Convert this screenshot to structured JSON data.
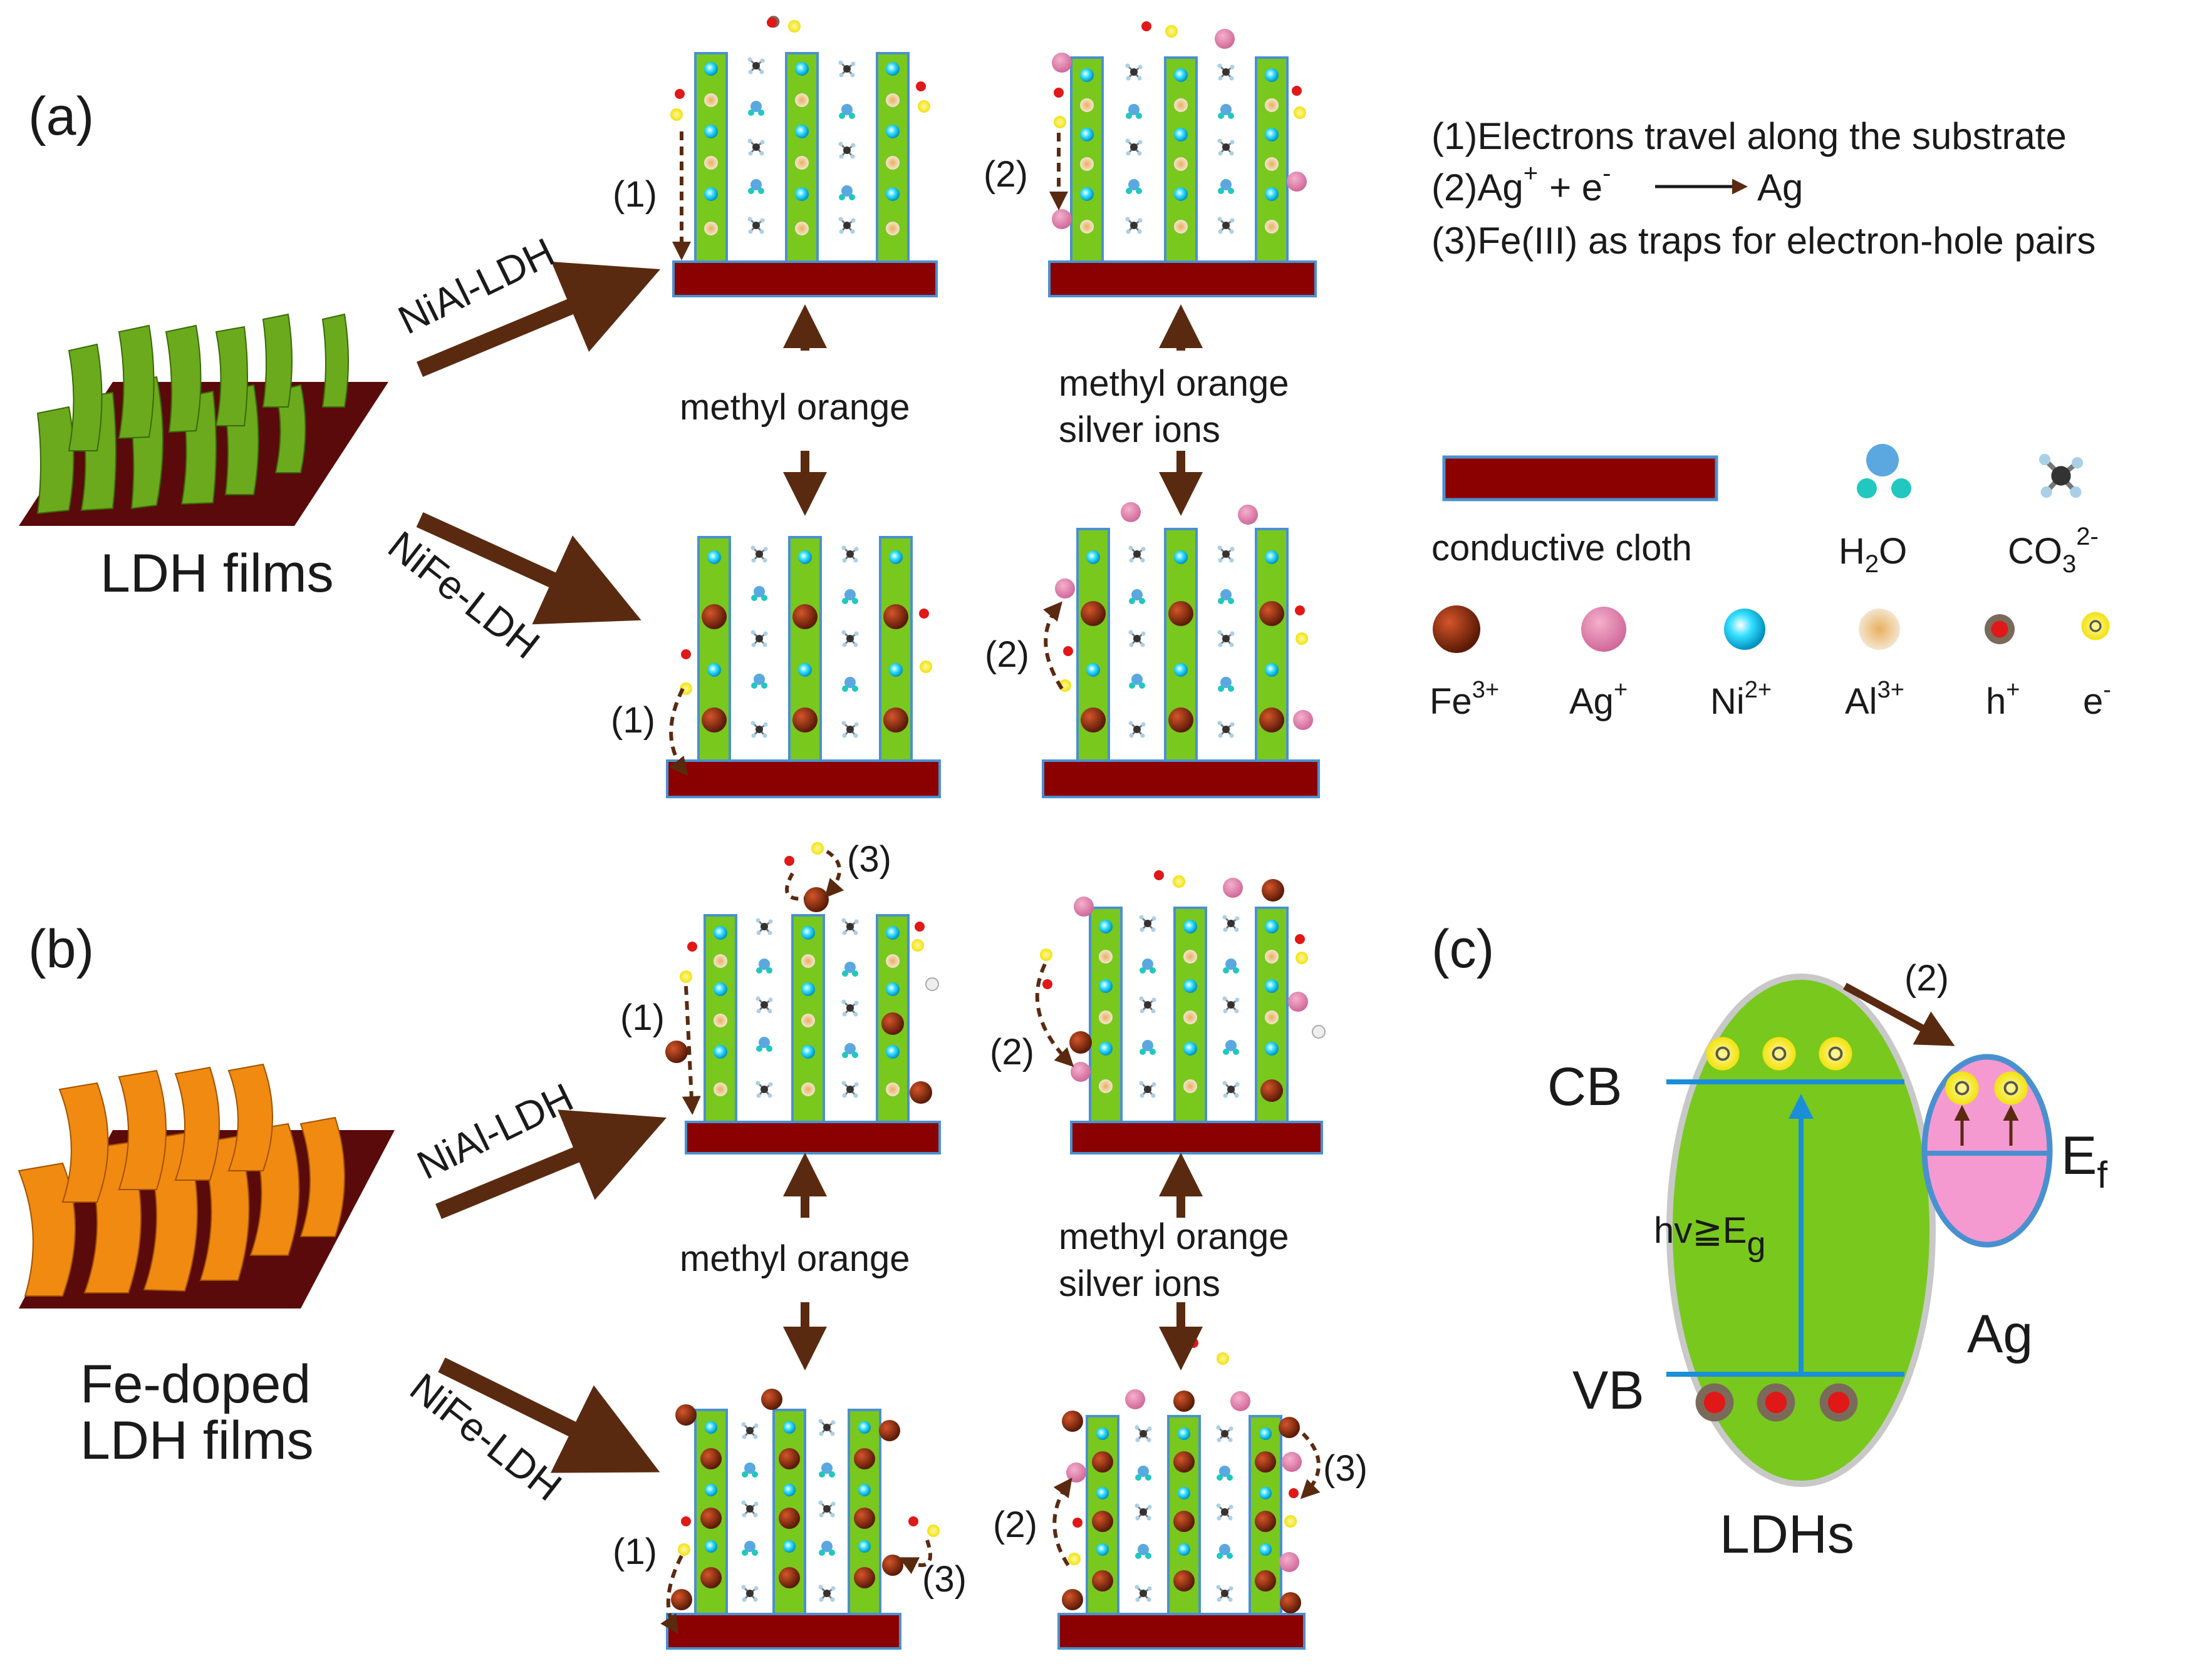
{
  "panels": {
    "a": {
      "label": "(a)",
      "source_label": "LDH films",
      "source_color": "#6aaa1c",
      "upper_arrow_label": "NiAl-LDH",
      "lower_arrow_label": "NiFe-LDH",
      "mid_left_label": "methyl orange",
      "mid_right_label_1": "methyl orange",
      "mid_right_label_2": "silver ions",
      "step_1": "(1)",
      "step_2": "(2)"
    },
    "b": {
      "label": "(b)",
      "source_label_1": "Fe-doped",
      "source_label_2": "LDH films",
      "source_color": "#f08a10",
      "upper_arrow_label": "NiAl-LDH",
      "lower_arrow_label": "NiFe-LDH",
      "mid_left_label": "methyl orange",
      "mid_right_label_1": "methyl orange",
      "mid_right_label_2": "silver ions",
      "step_1": "(1)",
      "step_2": "(2)",
      "step_3": "(3)"
    },
    "c": {
      "label": "(c)",
      "cb": "CB",
      "vb": "VB",
      "photon": "hv≧E",
      "photon_sub": "g",
      "fermi": "E",
      "fermi_sub": "f",
      "metal": "Ag",
      "semiconductor": "LDHs",
      "step": "(2)"
    }
  },
  "notes": {
    "n1": "(1)Electrons travel along the substrate",
    "n2_a": "(2)Ag",
    "n2_sup": "+",
    "n2_b": "+ e",
    "n2_sup2": "-",
    "n2_c": "Ag",
    "n3": "(3)Fe(III) as traps for electron-hole pairs"
  },
  "legend": {
    "cloth": "conductive cloth",
    "h2o": "H",
    "h2o_sub": "2",
    "h2o_end": "O",
    "co3": "CO",
    "co3_sub": "3",
    "co3_sup": "2-",
    "fe": "Fe",
    "fe_sup": "3+",
    "ag": "Ag",
    "ag_sup": "+",
    "ni": "Ni",
    "ni_sup": "2+",
    "al": "Al",
    "al_sup": "3+",
    "h": "h",
    "h_sup": "+",
    "e": "e",
    "e_sup": "-"
  },
  "colors": {
    "substrate": "#8b0000",
    "layer": "#78c81e",
    "arrow": "#5a2a10",
    "fe": "#8a2a10",
    "ag": "#e07fa8",
    "ni": "#1ad4f0",
    "al": "#c8a070",
    "semiconductor": "#78c81e",
    "silver": "#f59ad0",
    "band_line": "#1a8fd8"
  }
}
